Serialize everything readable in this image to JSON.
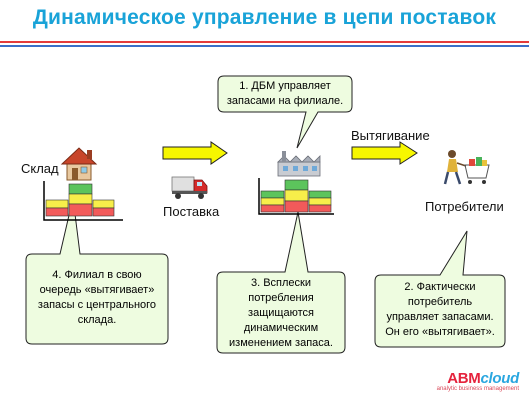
{
  "title": "Динамическое управление в цепи поставок",
  "labels": {
    "warehouse": "Склад",
    "delivery": "Поставка",
    "pull": "Вытягивание",
    "consumers": "Потребители"
  },
  "callouts": {
    "c1": [
      "1. ДБМ управляет",
      "запасами на филиале."
    ],
    "c4": [
      "4. Филиал в свою",
      "очередь «вытягивает»",
      "запасы с центрального",
      "склада."
    ],
    "c3": [
      "3. Всплески",
      "потребления",
      "защищаются",
      "динамическим",
      "изменением запаса."
    ],
    "c2": [
      "2. Фактически",
      "потребитель",
      "управляет запасами.",
      "Он его «вытягивает»."
    ]
  },
  "icons": [
    "house-icon",
    "truck-icon",
    "factory-icon",
    "shopper-icon"
  ],
  "brand": {
    "name_a": "ABM",
    "name_b": "cloud",
    "tagline": "analytic business management"
  },
  "colors": {
    "title": "#19a3d8",
    "callout_fill": "#eefce0",
    "arrow_fill": "#f7f700",
    "zone_red": "#f25a5a",
    "zone_yellow": "#f7ee4a",
    "zone_green": "#5cc45c",
    "brand_red": "#e5233d",
    "brand_blue": "#2aa7e0"
  }
}
